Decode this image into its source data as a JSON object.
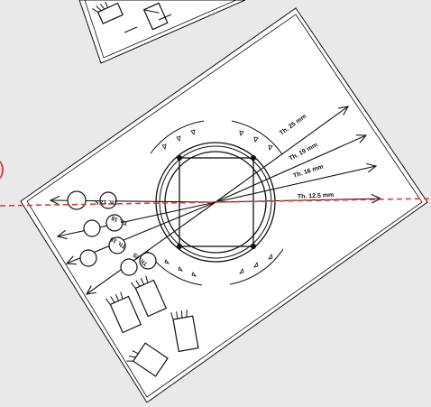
{
  "colors": {
    "background": "#e9e9e9",
    "sheet": "#ffffff",
    "ink": "#111111",
    "datum_line": "#e53935"
  },
  "datum_line": {
    "style": "dashed",
    "fragment_text": ")"
  },
  "icons": {
    "camera_group": "camera-body-icon",
    "markers": "triangle-marker-icon"
  },
  "thickness_labels": [
    {
      "text": "Th. 25 mm"
    },
    {
      "text": "Th. 19 mm"
    },
    {
      "text": "Th. 16 mm"
    },
    {
      "text": "Th. 12.5 mm"
    }
  ],
  "left_labels": [
    {
      "text": "Th. 12.5"
    },
    {
      "text": "Th. 16"
    },
    {
      "text": "Th. 19"
    },
    {
      "text": "Th. 25"
    }
  ]
}
